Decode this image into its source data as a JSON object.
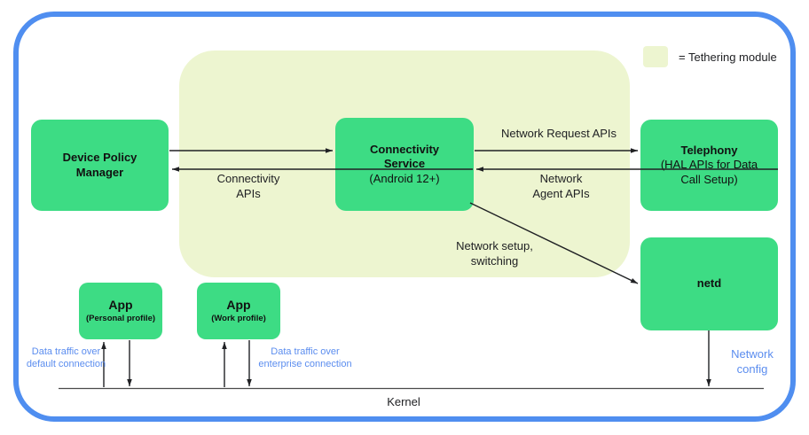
{
  "diagram": {
    "title": "Android connectivity architecture",
    "colors": {
      "node_green": "#3ddc84",
      "tethering_region": "#edf5d0",
      "device_border": "#4f8ef0",
      "blue_label": "#5b8def",
      "wire": "#202124"
    }
  },
  "legend": {
    "swatch_color": "#edf5d0",
    "text": "= Tethering module"
  },
  "nodes": {
    "device_policy_manager": {
      "title": "Device Policy",
      "title2": "Manager",
      "sub": ""
    },
    "connectivity_service": {
      "title": "Connectivity",
      "title2": "Service",
      "sub": "(Android 12+)"
    },
    "telephony": {
      "title": "Telephony",
      "sub": "(HAL APIs for Data",
      "sub2": "Call Setup)"
    },
    "netd": {
      "title": "netd",
      "sub": ""
    },
    "app_personal": {
      "title": "App",
      "sub": "(Personal profile)"
    },
    "app_work": {
      "title": "App",
      "sub": "(Work profile)"
    }
  },
  "edge_labels": {
    "connectivity_apis": "Connectivity\nAPIs",
    "network_request_apis": "Network Request APIs",
    "network_agent_apis": "Network\nAgent APIs",
    "network_setup_switching": "Network setup,\nswitching",
    "data_traffic_default": "Data traffic over\ndefault connection",
    "data_traffic_enterprise": "Data traffic over\nenterprise connection",
    "network_config": "Network\nconfig"
  },
  "kernel": {
    "label": "Kernel"
  }
}
